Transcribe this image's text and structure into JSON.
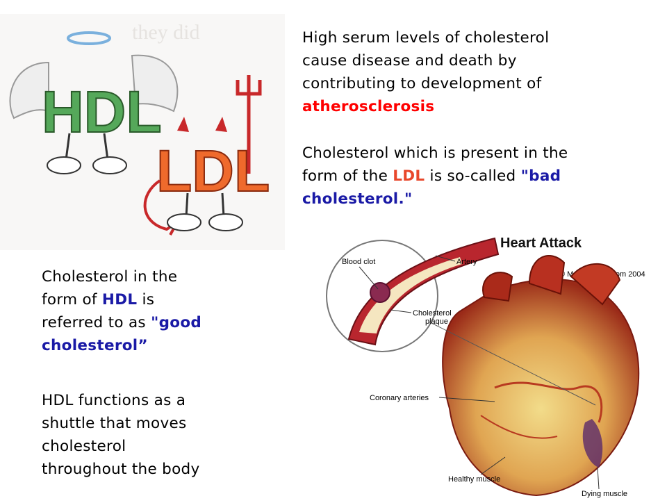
{
  "top_text": {
    "line1": "High serum levels of cholesterol",
    "line2": "cause disease and death by",
    "line3": "contributing to development of",
    "line4": "atherosclerosis"
  },
  "ldl_text": {
    "line1": "Cholesterol which is present in the",
    "line2_a": "form of the ",
    "line2_b": "LDL",
    "line2_c": " is so-called ",
    "line2_d": "\"bad",
    "line3": "cholesterol.\""
  },
  "hdl_text": {
    "line1": "Cholesterol in the",
    "line2_a": "form of ",
    "line2_b": "HDL",
    "line2_c": " is",
    "line3_a": "referred to as ",
    "line3_b": "\"good",
    "line4": "cholesterol”"
  },
  "shuttle_text": {
    "line1": "HDL functions as a",
    "line2": "shuttle that moves",
    "line3": "cholesterol",
    "line4": "throughout the body"
  },
  "cartoon": {
    "top_label": "they did",
    "hdl_word": "HDL",
    "ldl_word": "LDL"
  },
  "heart_figure": {
    "title": "Heart Attack",
    "credit": "© MedicineNet.com  2004",
    "labels": {
      "blood_clot": "Blood clot",
      "artery": "Artery",
      "cholesterol_plaque_1": "Cholesterol",
      "cholesterol_plaque_2": "plaque",
      "coronary_arteries": "Coronary arteries",
      "healthy_muscle": "Healthy muscle",
      "dying_muscle": "Dying muscle"
    }
  }
}
